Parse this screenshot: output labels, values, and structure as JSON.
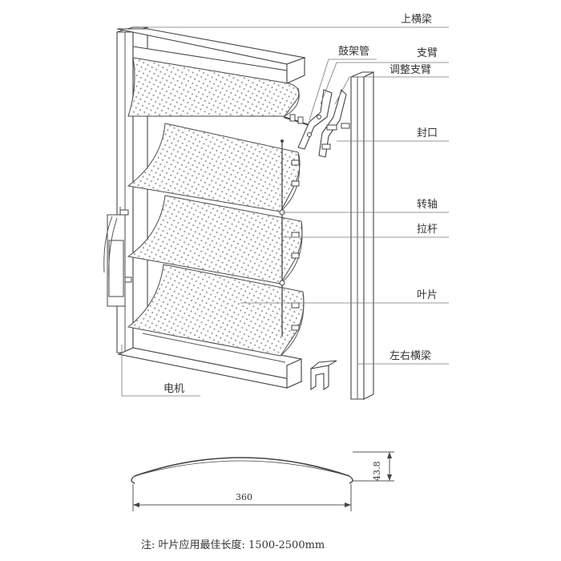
{
  "labels": {
    "top_beam": "上横梁",
    "drum_tube": "鼓架管",
    "support_arm": "支臂",
    "adjust_arm": "调整支臂",
    "seal": "封口",
    "shaft": "转轴",
    "pull_rod": "拉杆",
    "blade": "叶片",
    "side_beam": "左右横梁",
    "motor": "电机"
  },
  "dimensions": {
    "width": "360",
    "height": "43.8"
  },
  "note": "注: 叶片应用最佳长度: 1500-2500mm",
  "colors": {
    "line": "#444444",
    "text": "#333333",
    "perforation": "#9a9a9a"
  }
}
